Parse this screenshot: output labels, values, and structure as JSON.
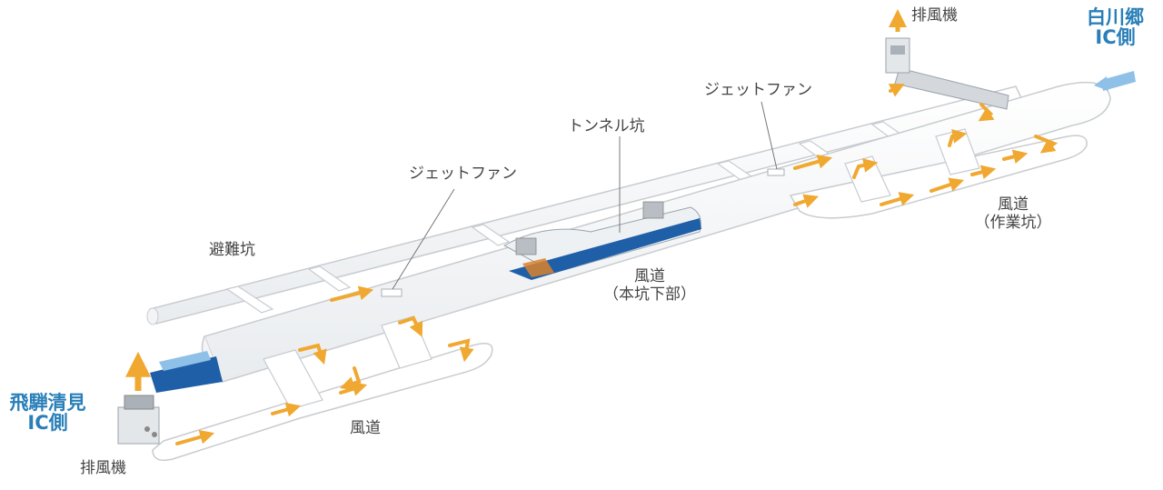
{
  "labels": {
    "exhaust_top": "排風機",
    "exhaust_bottom": "排風機",
    "shirakawago_side": "白川郷\nIC側",
    "hida_side": "飛騨清見\nIC側",
    "jet_fan_right": "ジェットファン",
    "jet_fan_left": "ジェットファン",
    "tunnel_shaft": "トンネル坑",
    "evacuation_shaft": "避難坑",
    "air_duct_work": "風道\n（作業坑）",
    "air_duct_main_lower": "風道\n（本坑下部）",
    "air_duct_bottom": "風道"
  },
  "colors": {
    "accent_orange": "#f0a830",
    "ic_blue": "#2a7fb8",
    "road_blue": "#1f5fa8",
    "light_blue_arrow": "#8ec0e8",
    "tube_stroke": "#c8ccd0"
  }
}
